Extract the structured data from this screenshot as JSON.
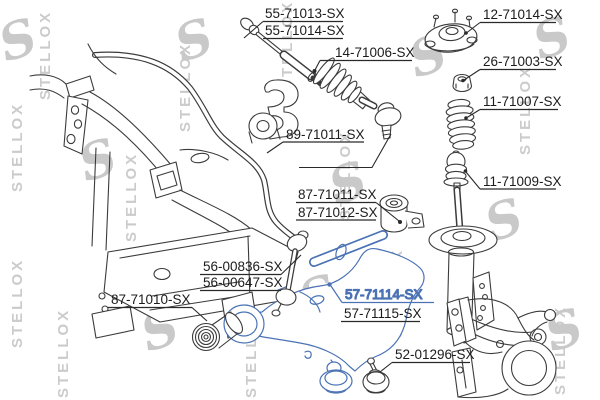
{
  "diagram": {
    "brand_watermark": "STELLOX",
    "watermark_initial": "S",
    "highlight_color": "#4a72b4",
    "line_color": "#3b3b3b",
    "watermark_color": "#cbcbcb",
    "labels": [
      {
        "part_number": "55-71013-SX",
        "highlighted": false
      },
      {
        "part_number": "55-71014-SX",
        "highlighted": false
      },
      {
        "part_number": "14-71006-SX",
        "highlighted": false
      },
      {
        "part_number": "12-71014-SX",
        "highlighted": false
      },
      {
        "part_number": "26-71003-SX",
        "highlighted": false
      },
      {
        "part_number": "11-71007-SX",
        "highlighted": false
      },
      {
        "part_number": "11-71009-SX",
        "highlighted": false
      },
      {
        "part_number": "89-71011-SX",
        "highlighted": false
      },
      {
        "part_number": "87-71011-SX",
        "highlighted": false
      },
      {
        "part_number": "87-71012-SX",
        "highlighted": false
      },
      {
        "part_number": "56-00836-SX",
        "highlighted": false
      },
      {
        "part_number": "56-00647-SX",
        "highlighted": false
      },
      {
        "part_number": "87-71010-SX",
        "highlighted": false
      },
      {
        "part_number": "57-71114-SX",
        "highlighted": true
      },
      {
        "part_number": "57-71115-SX",
        "highlighted": false
      },
      {
        "part_number": "52-01296-SX",
        "highlighted": false
      }
    ]
  }
}
